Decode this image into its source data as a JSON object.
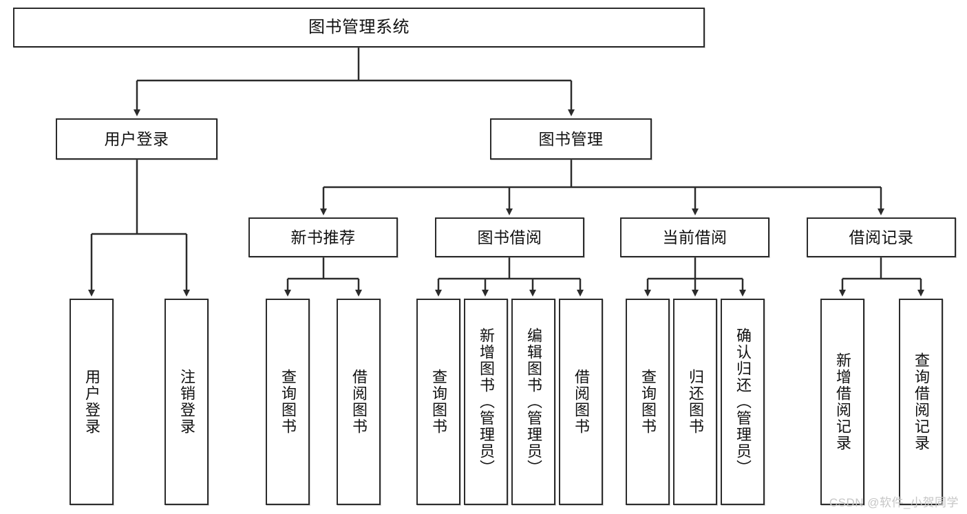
{
  "diagram": {
    "title": "图书管理系统",
    "type": "hierarchy-tree",
    "colors": {
      "box_border": "#2b2b2b",
      "box_fill": "#ffffff",
      "connector": "#2b2b2b",
      "watermark": "#c6c6c6",
      "background": "#ffffff"
    },
    "root": {
      "label": "图书管理系统"
    },
    "tier2": [
      {
        "label": "用户登录"
      },
      {
        "label": "图书管理"
      }
    ],
    "tier3": [
      {
        "label": "新书推荐"
      },
      {
        "label": "图书借阅"
      },
      {
        "label": "当前借阅"
      },
      {
        "label": "借阅记录"
      }
    ],
    "leaves": {
      "user_login": [
        {
          "label": "用户登录"
        },
        {
          "label": "注销登录"
        }
      ],
      "new_book_recommend": [
        {
          "label": "查询图书"
        },
        {
          "label": "借阅图书"
        }
      ],
      "book_borrow": [
        {
          "label": "查询图书"
        },
        {
          "label": "新增图书（管理员）"
        },
        {
          "label": "编辑图书（管理员）"
        },
        {
          "label": "借阅图书"
        }
      ],
      "current_borrow": [
        {
          "label": "查询图书"
        },
        {
          "label": "归还图书"
        },
        {
          "label": "确认归还（管理员）"
        }
      ],
      "borrow_record": [
        {
          "label": "新增借阅记录"
        },
        {
          "label": "查询借阅记录"
        }
      ]
    }
  },
  "watermark": {
    "text": "CSDN @软件_小贺同学"
  }
}
